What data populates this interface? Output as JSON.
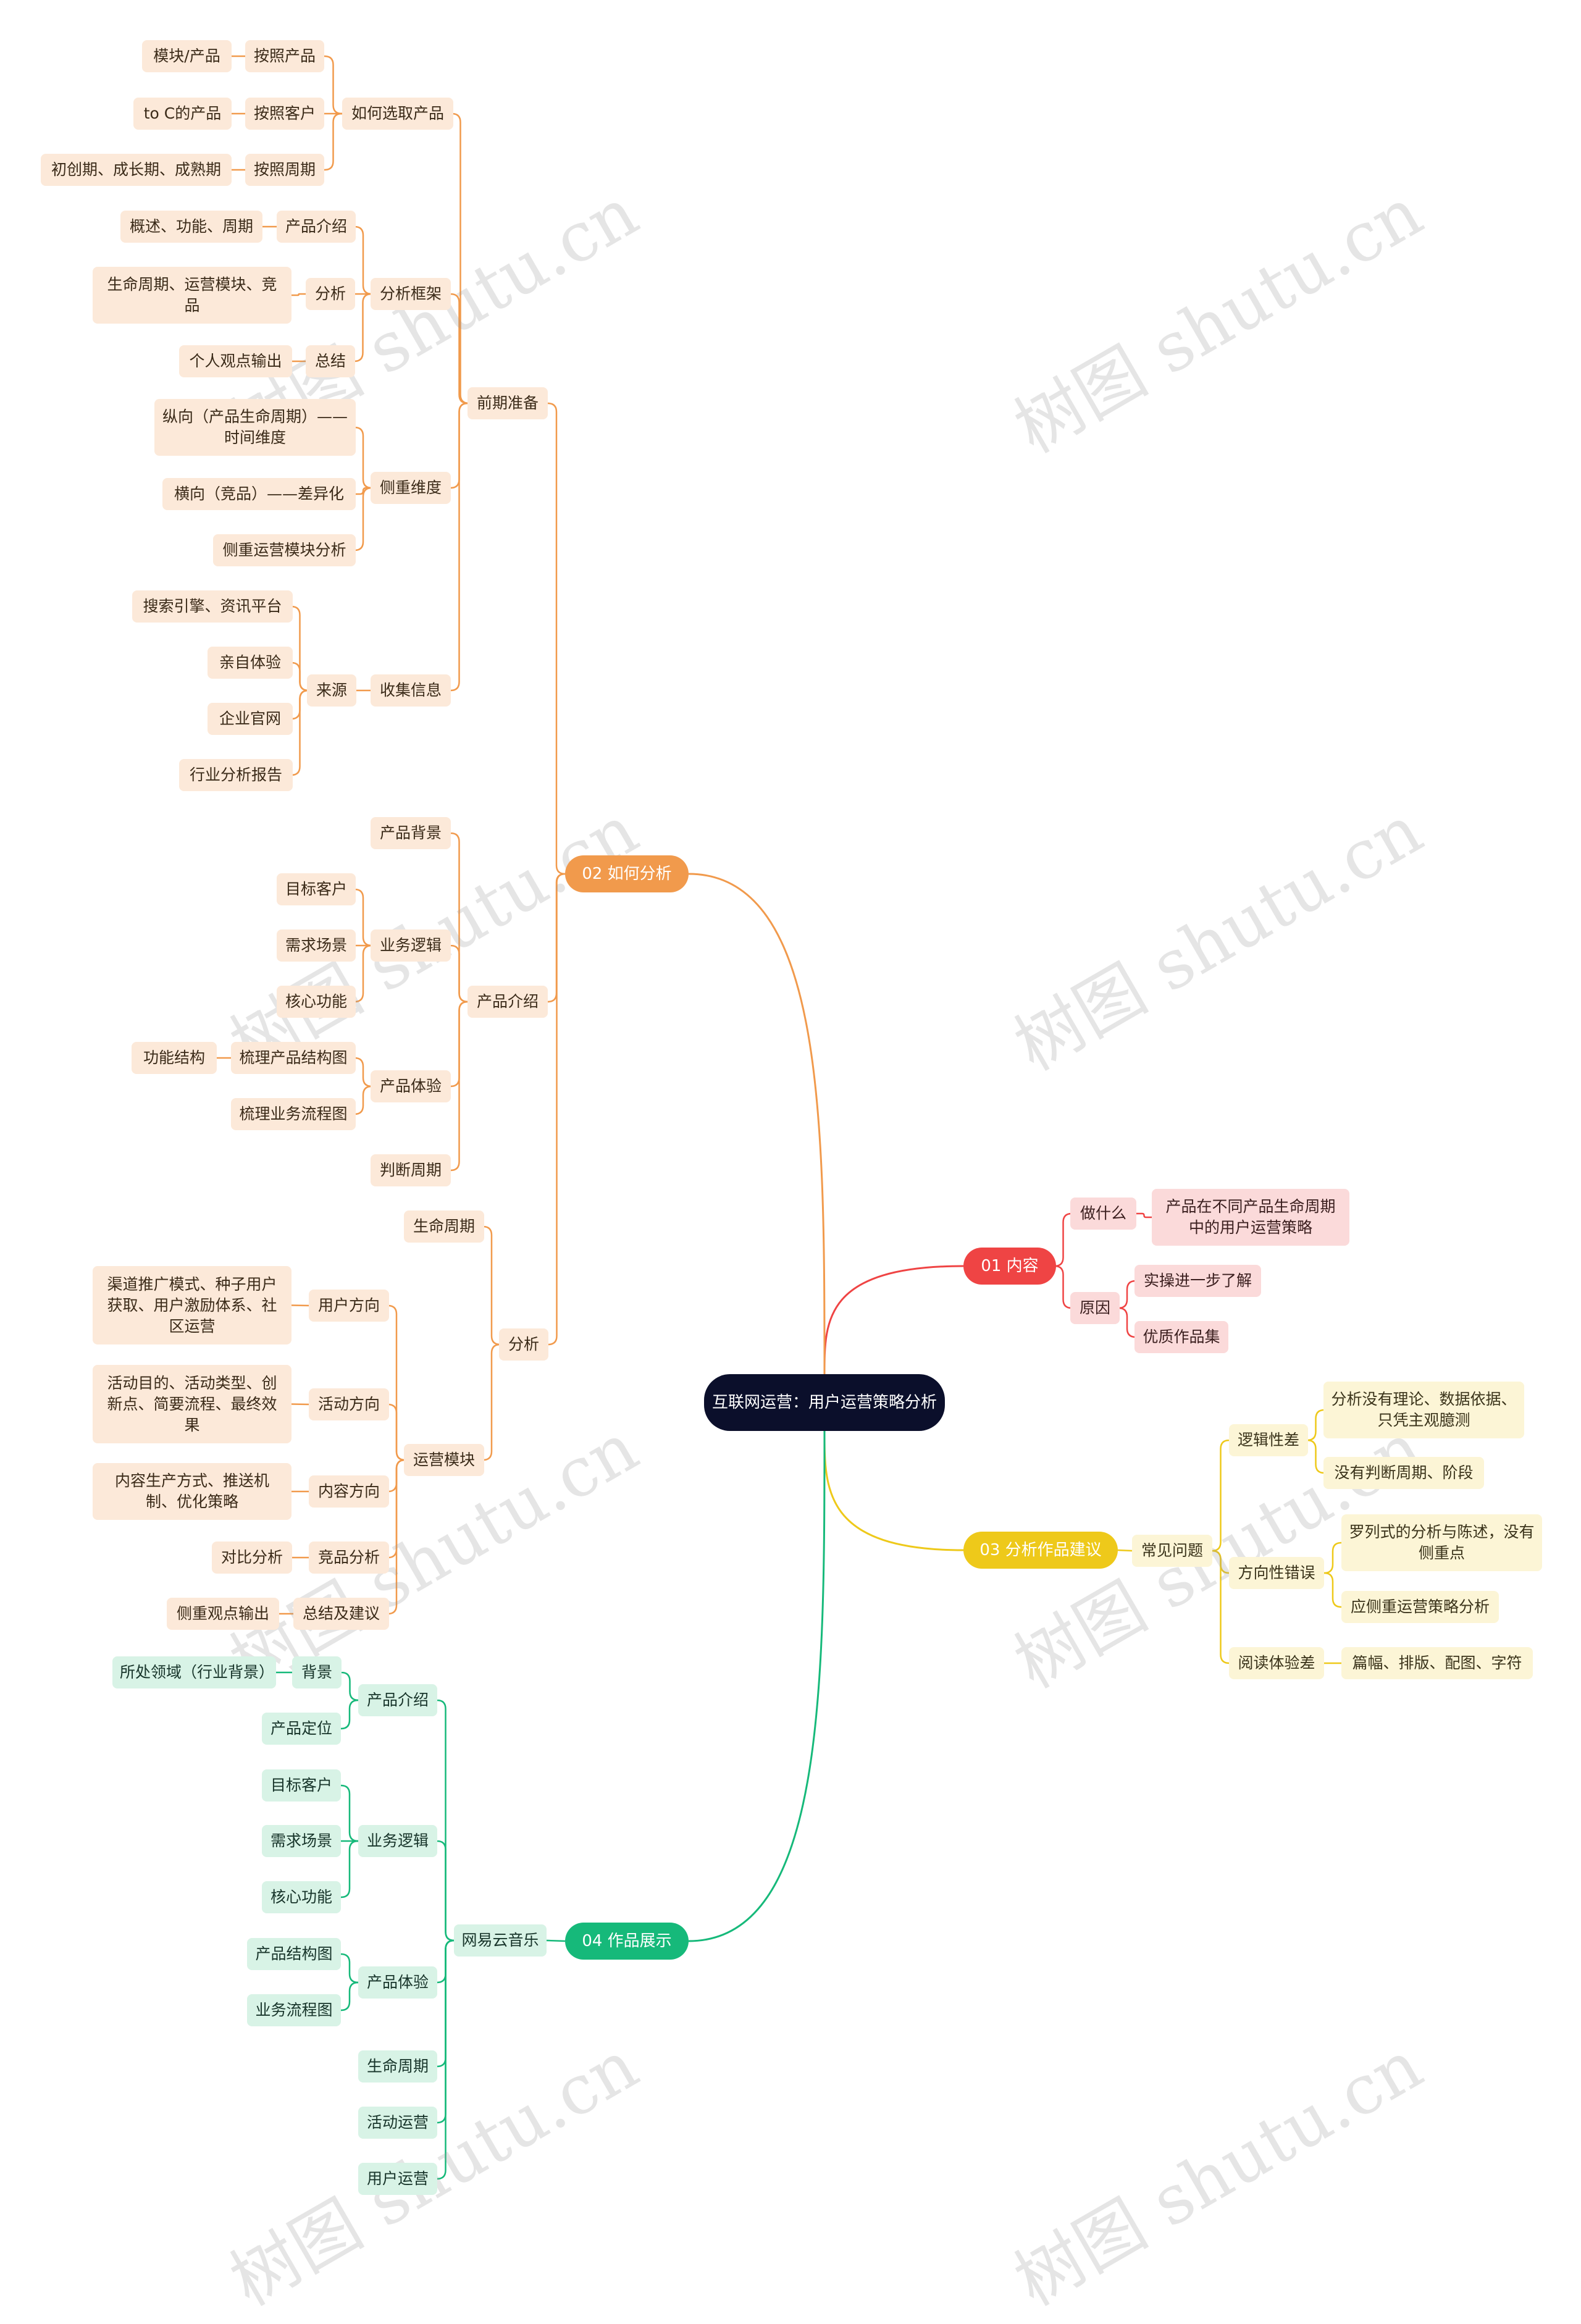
{
  "watermark": "树图 shutu.cn",
  "colors": {
    "orange": "#f19a4c",
    "red": "#ef4444",
    "yellow": "#eec91a",
    "green": "#16b97a",
    "root": "#0b0f2b"
  },
  "nodes": [
    {
      "id": "root",
      "text": "互联网运营：用户运营策略分析",
      "cls": "root"
    },
    {
      "id": "b1",
      "text": "01 内容",
      "parent": "root",
      "cls": "pill",
      "fill": "red"
    },
    {
      "id": "b2",
      "text": "02 如何分析",
      "parent": "root",
      "cls": "pill",
      "fill": "orange"
    },
    {
      "id": "b3",
      "text": "03 分析作品建议",
      "parent": "root",
      "cls": "pill",
      "fill": "yellow"
    },
    {
      "id": "b4",
      "text": "04 作品展示",
      "parent": "root",
      "cls": "pill",
      "fill": "green"
    },
    {
      "id": "b1a",
      "text": "做什么",
      "parent": "b1",
      "cls": "c-red"
    },
    {
      "id": "b1a1",
      "text": "产品在不同产品生命周期中的用户运营策略",
      "parent": "b1a",
      "cls": "c-red"
    },
    {
      "id": "b1b",
      "text": "原因",
      "parent": "b1",
      "cls": "c-red"
    },
    {
      "id": "b1b1",
      "text": "实操进一步了解",
      "parent": "b1b",
      "cls": "c-red"
    },
    {
      "id": "b1b2",
      "text": "优质作品集",
      "parent": "b1b",
      "cls": "c-red"
    },
    {
      "id": "q",
      "text": "前期准备",
      "parent": "b2",
      "cls": "c-orange"
    },
    {
      "id": "q1",
      "text": "如何选取产品",
      "parent": "q",
      "cls": "c-orange"
    },
    {
      "id": "q1a",
      "text": "按照产品",
      "parent": "q1",
      "cls": "c-orange"
    },
    {
      "id": "q1a1",
      "text": "模块/产品",
      "parent": "q1a",
      "cls": "c-orange"
    },
    {
      "id": "q1b",
      "text": "按照客户",
      "parent": "q1",
      "cls": "c-orange"
    },
    {
      "id": "q1b1",
      "text": "to C的产品",
      "parent": "q1b",
      "cls": "c-orange"
    },
    {
      "id": "q1c",
      "text": "按照周期",
      "parent": "q1",
      "cls": "c-orange"
    },
    {
      "id": "q1c1",
      "text": "初创期、成长期、成熟期",
      "parent": "q1c",
      "cls": "c-orange"
    },
    {
      "id": "q2",
      "text": "分析框架",
      "parent": "q",
      "cls": "c-orange"
    },
    {
      "id": "q2a",
      "text": "产品介绍",
      "parent": "q2",
      "cls": "c-orange"
    },
    {
      "id": "q2a1",
      "text": "概述、功能、周期",
      "parent": "q2a",
      "cls": "c-orange"
    },
    {
      "id": "q2b",
      "text": "分析",
      "parent": "q2",
      "cls": "c-orange"
    },
    {
      "id": "q2b1",
      "text": "生命周期、运营模块、竞品",
      "parent": "q2b",
      "cls": "c-orange"
    },
    {
      "id": "q2c",
      "text": "总结",
      "parent": "q2",
      "cls": "c-orange"
    },
    {
      "id": "q2c1",
      "text": "个人观点输出",
      "parent": "q2c",
      "cls": "c-orange"
    },
    {
      "id": "q3",
      "text": "侧重维度",
      "parent": "q",
      "cls": "c-orange"
    },
    {
      "id": "q3a",
      "text": "纵向（产品生命周期）——时间维度",
      "parent": "q3",
      "cls": "c-orange"
    },
    {
      "id": "q3b",
      "text": "横向（竞品）——差异化",
      "parent": "q3",
      "cls": "c-orange"
    },
    {
      "id": "q3c",
      "text": "侧重运营模块分析",
      "parent": "q3",
      "cls": "c-orange"
    },
    {
      "id": "q4",
      "text": "收集信息",
      "parent": "q",
      "cls": "c-orange"
    },
    {
      "id": "q4a",
      "text": "来源",
      "parent": "q4",
      "cls": "c-orange"
    },
    {
      "id": "q4a1",
      "text": "搜索引擎、资讯平台",
      "parent": "q4a",
      "cls": "c-orange"
    },
    {
      "id": "q4a2",
      "text": "亲自体验",
      "parent": "q4a",
      "cls": "c-orange"
    },
    {
      "id": "q4a3",
      "text": "企业官网",
      "parent": "q4a",
      "cls": "c-orange"
    },
    {
      "id": "q4a4",
      "text": "行业分析报告",
      "parent": "q4a",
      "cls": "c-orange"
    },
    {
      "id": "p",
      "text": "产品介绍",
      "parent": "b2",
      "cls": "c-orange"
    },
    {
      "id": "p1",
      "text": "产品背景",
      "parent": "p",
      "cls": "c-orange"
    },
    {
      "id": "p2",
      "text": "业务逻辑",
      "parent": "p",
      "cls": "c-orange"
    },
    {
      "id": "p2a",
      "text": "目标客户",
      "parent": "p2",
      "cls": "c-orange"
    },
    {
      "id": "p2b",
      "text": "需求场景",
      "parent": "p2",
      "cls": "c-orange"
    },
    {
      "id": "p2c",
      "text": "核心功能",
      "parent": "p2",
      "cls": "c-orange"
    },
    {
      "id": "p3",
      "text": "产品体验",
      "parent": "p",
      "cls": "c-orange"
    },
    {
      "id": "p3a",
      "text": "梳理产品结构图",
      "parent": "p3",
      "cls": "c-orange"
    },
    {
      "id": "p3a1",
      "text": "功能结构",
      "parent": "p3a",
      "cls": "c-orange"
    },
    {
      "id": "p3b",
      "text": "梳理业务流程图",
      "parent": "p3",
      "cls": "c-orange"
    },
    {
      "id": "p4",
      "text": "判断周期",
      "parent": "p",
      "cls": "c-orange"
    },
    {
      "id": "a",
      "text": "分析",
      "parent": "b2",
      "cls": "c-orange"
    },
    {
      "id": "a1",
      "text": "生命周期",
      "parent": "a",
      "cls": "c-orange"
    },
    {
      "id": "a2",
      "text": "运营模块",
      "parent": "a",
      "cls": "c-orange"
    },
    {
      "id": "a2a",
      "text": "用户方向",
      "parent": "a2",
      "cls": "c-orange"
    },
    {
      "id": "a2a1",
      "text": "渠道推广模式、种子用户获取、用户激励体系、社区运营",
      "parent": "a2a",
      "cls": "c-orange"
    },
    {
      "id": "a2b",
      "text": "活动方向",
      "parent": "a2",
      "cls": "c-orange"
    },
    {
      "id": "a2b1",
      "text": "活动目的、活动类型、创新点、简要流程、最终效果",
      "parent": "a2b",
      "cls": "c-orange"
    },
    {
      "id": "a2c",
      "text": "内容方向",
      "parent": "a2",
      "cls": "c-orange"
    },
    {
      "id": "a2c1",
      "text": "内容生产方式、推送机制、优化策略",
      "parent": "a2c",
      "cls": "c-orange"
    },
    {
      "id": "a2d",
      "text": "竞品分析",
      "parent": "a2",
      "cls": "c-orange"
    },
    {
      "id": "a2d1",
      "text": "对比分析",
      "parent": "a2d",
      "cls": "c-orange"
    },
    {
      "id": "a2e",
      "text": "总结及建议",
      "parent": "a2",
      "cls": "c-orange"
    },
    {
      "id": "a2e1",
      "text": "侧重观点输出",
      "parent": "a2e",
      "cls": "c-orange"
    },
    {
      "id": "b3a",
      "text": "常见问题",
      "parent": "b3",
      "cls": "c-yellow"
    },
    {
      "id": "b3a1",
      "text": "逻辑性差",
      "parent": "b3a",
      "cls": "c-yellow"
    },
    {
      "id": "b3a1a",
      "text": "分析没有理论、数据依据、只凭主观臆测",
      "parent": "b3a1",
      "cls": "c-yellow"
    },
    {
      "id": "b3a1b",
      "text": "没有判断周期、阶段",
      "parent": "b3a1",
      "cls": "c-yellow"
    },
    {
      "id": "b3a2",
      "text": "方向性错误",
      "parent": "b3a",
      "cls": "c-yellow"
    },
    {
      "id": "b3a2a",
      "text": "罗列式的分析与陈述，没有侧重点",
      "parent": "b3a2",
      "cls": "c-yellow"
    },
    {
      "id": "b3a2b",
      "text": "应侧重运营策略分析",
      "parent": "b3a2",
      "cls": "c-yellow"
    },
    {
      "id": "b3a3",
      "text": "阅读体验差",
      "parent": "b3a",
      "cls": "c-yellow"
    },
    {
      "id": "b3a3a",
      "text": "篇幅、排版、配图、字符",
      "parent": "b3a3",
      "cls": "c-yellow"
    },
    {
      "id": "w",
      "text": "网易云音乐",
      "parent": "b4",
      "cls": "c-green"
    },
    {
      "id": "w1",
      "text": "产品介绍",
      "parent": "w",
      "cls": "c-green"
    },
    {
      "id": "w1a",
      "text": "背景",
      "parent": "w1",
      "cls": "c-green"
    },
    {
      "id": "w1a1",
      "text": "所处领域（行业背景）",
      "parent": "w1a",
      "cls": "c-green"
    },
    {
      "id": "w1b",
      "text": "产品定位",
      "parent": "w1",
      "cls": "c-green"
    },
    {
      "id": "w2",
      "text": "业务逻辑",
      "parent": "w",
      "cls": "c-green"
    },
    {
      "id": "w2a",
      "text": "目标客户",
      "parent": "w2",
      "cls": "c-green"
    },
    {
      "id": "w2b",
      "text": "需求场景",
      "parent": "w2",
      "cls": "c-green"
    },
    {
      "id": "w2c",
      "text": "核心功能",
      "parent": "w2",
      "cls": "c-green"
    },
    {
      "id": "w3",
      "text": "产品体验",
      "parent": "w",
      "cls": "c-green"
    },
    {
      "id": "w3a",
      "text": "产品结构图",
      "parent": "w3",
      "cls": "c-green"
    },
    {
      "id": "w3b",
      "text": "业务流程图",
      "parent": "w3",
      "cls": "c-green"
    },
    {
      "id": "w4",
      "text": "生命周期",
      "parent": "w",
      "cls": "c-green"
    },
    {
      "id": "w5",
      "text": "活动运营",
      "parent": "w",
      "cls": "c-green"
    },
    {
      "id": "w6",
      "text": "用户运营",
      "parent": "w",
      "cls": "c-green"
    }
  ]
}
